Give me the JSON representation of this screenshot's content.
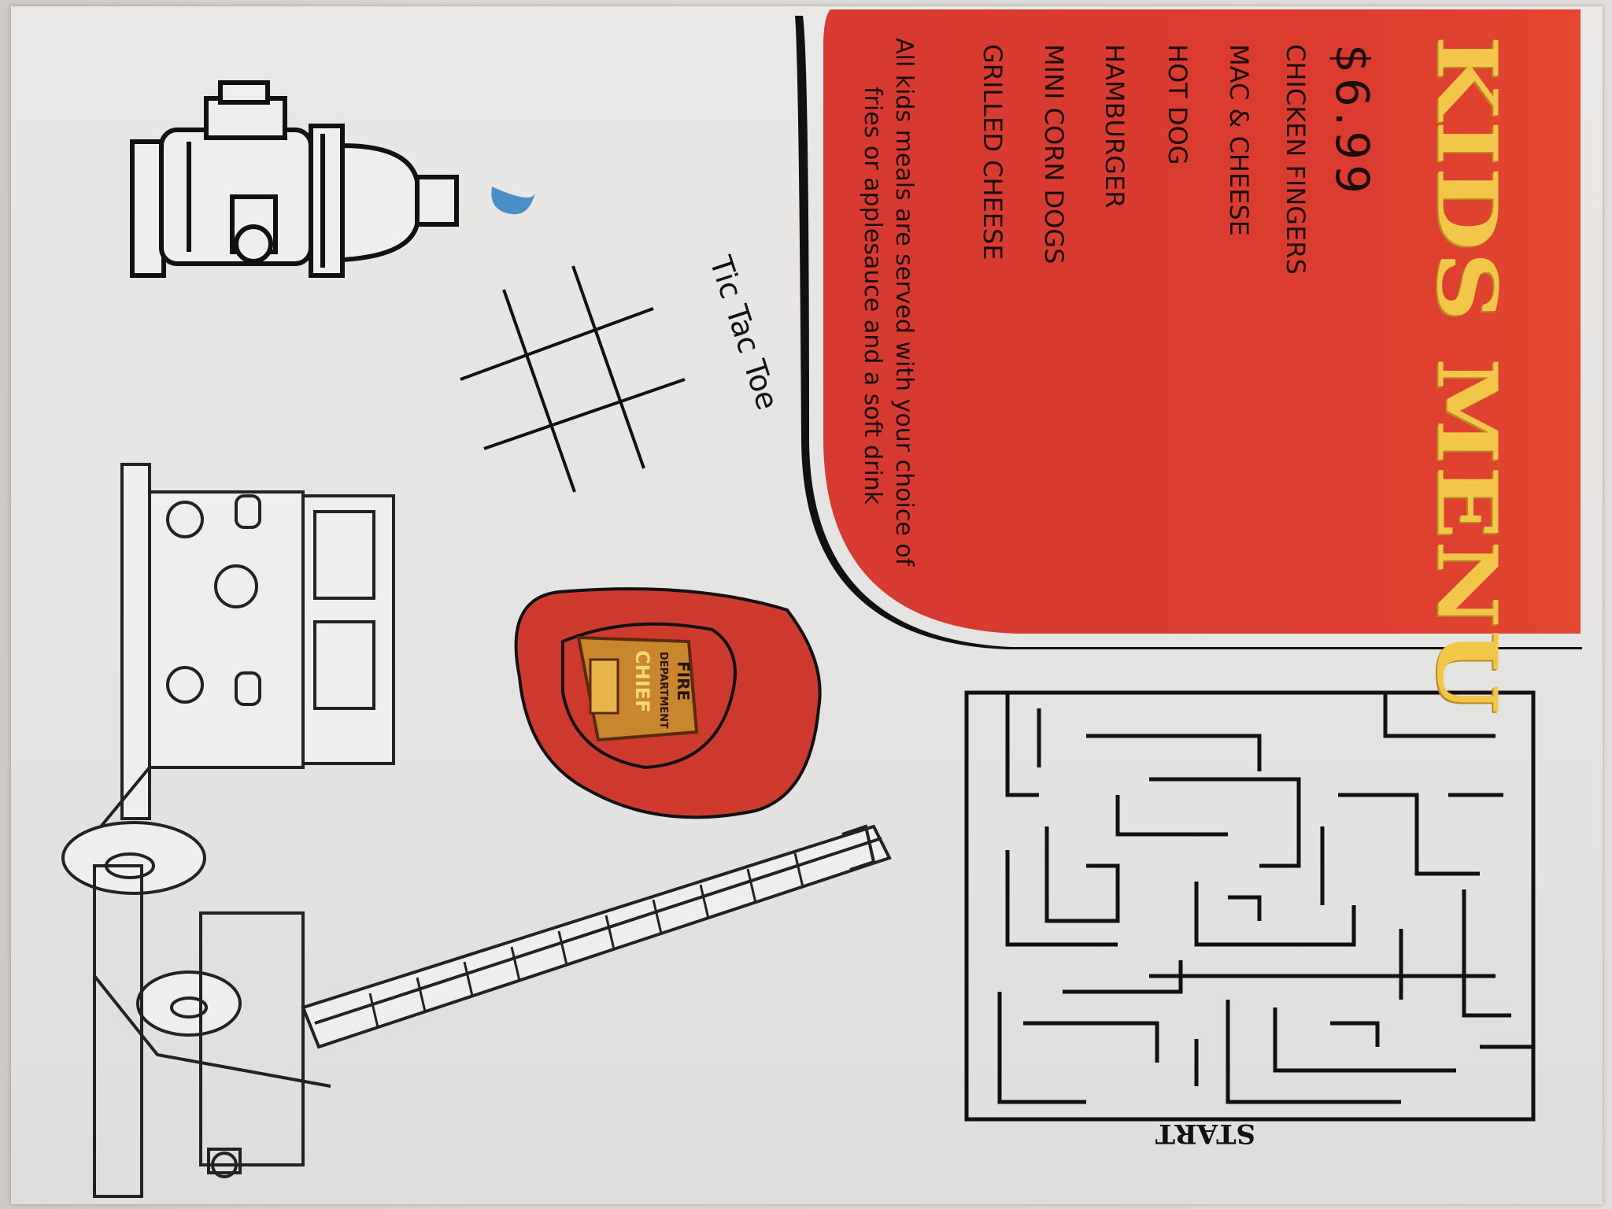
{
  "menu": {
    "title": "KIDS MENU",
    "price": "$6.99",
    "items": [
      "CHICKEN FINGERS",
      "MAC & CHEESE",
      "HOT DOG",
      "HAMBURGER",
      "MINI CORN DOGS",
      "GRILLED CHEESE"
    ],
    "note_line1": "All kids meals are served with your choice of",
    "note_line2": "fries or applesauce and a soft drink"
  },
  "activities": {
    "tic_tac_toe_label": "Tic Tac Toe",
    "maze_start_label": "START"
  },
  "helmet_badge": {
    "top": "FIRE",
    "middle": "DEPARTMENT",
    "bottom": "CHIEF"
  },
  "colors": {
    "menu_red": "#d8392e",
    "title_yellow": "#f2c649",
    "helmet_red": "#cf3a2f",
    "water_blue": "#4a90c8"
  }
}
